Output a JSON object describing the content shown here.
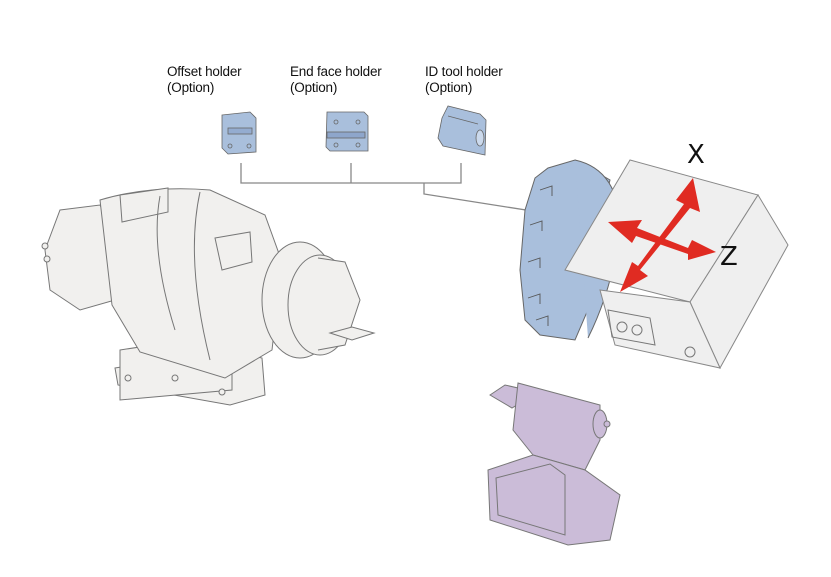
{
  "diagram": {
    "holders": [
      {
        "name": "Offset holder",
        "note": "(Option)"
      },
      {
        "name": "End face holder",
        "note": "(Option)"
      },
      {
        "name": "ID tool holder",
        "note": "(Option)"
      }
    ],
    "axes": {
      "x": "X",
      "z": "Z"
    },
    "colors": {
      "holder_fill": "#a9bfdc",
      "turret_fill": "#a9bfdc",
      "headstock_fill": "#f1f0ee",
      "tailstock_fill": "#cbbcd8",
      "arrow": "#e02b22",
      "outline": "#555555"
    }
  }
}
